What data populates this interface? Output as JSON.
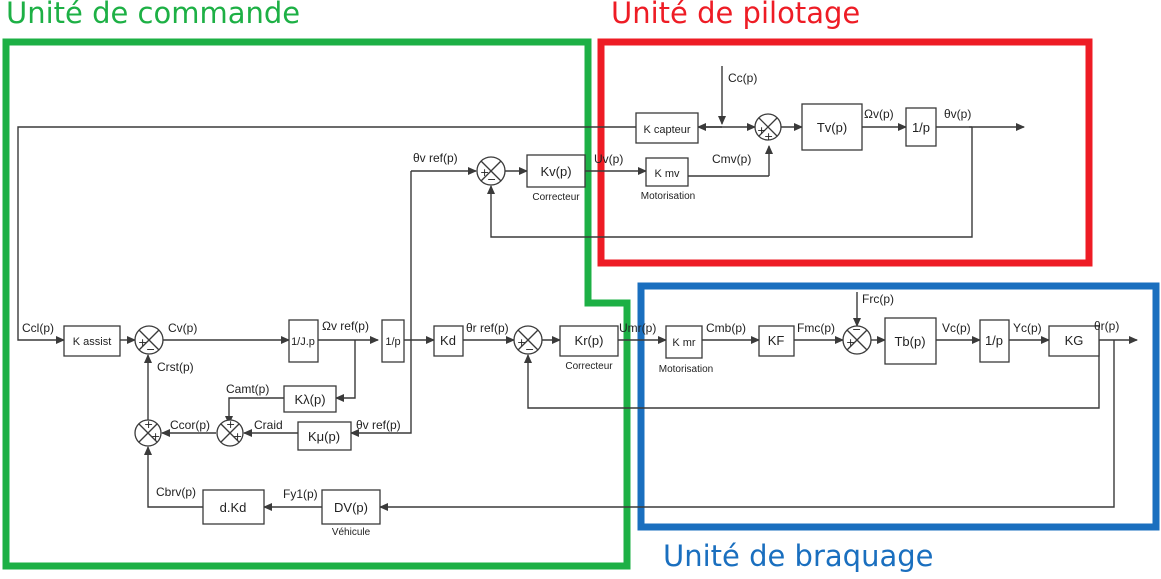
{
  "units": {
    "commande": {
      "label": "Unité de commande",
      "color": "#1db045"
    },
    "pilotage": {
      "label": "Unité de pilotage",
      "color": "#ee1c25"
    },
    "braquage": {
      "label": "Unité de braquage",
      "color": "#1a6fbf"
    }
  },
  "blocks": {
    "k_capteur": "K capteur",
    "t_v": "Tv(p)",
    "int_pilot": "1/p",
    "k_v": "Kv(p)",
    "k_mv": "K mv",
    "k_assist": "K assist",
    "inv_jp": "1/J.p",
    "int_cmd": "1/p",
    "k_d": "Kd",
    "k_r": "Kr(p)",
    "k_lambda": "Kλ(p)",
    "k_mu": "Kμ(p)",
    "d_kd": "d.Kd",
    "dv": "DV(p)",
    "k_mr": "K mr",
    "k_f": "KF",
    "t_b": "Tb(p)",
    "int_braq": "1/p",
    "k_g": "KG"
  },
  "captions": {
    "correcteur": "Correcteur",
    "motorisation": "Motorisation",
    "vehicule": "Véhicule"
  },
  "signals": {
    "cc": "Cc(p)",
    "omega_v": "Ωv(p)",
    "theta_v": "θv(p)",
    "theta_v_ref_top": "θv ref(p)",
    "u_v": "Uv(p)",
    "c_mv": "Cmv(p)",
    "c_cl": "Ccl(p)",
    "c_v": "Cv(p)",
    "omega_v_ref": "Ωv ref(p)",
    "theta_r_ref": "θr ref(p)",
    "c_rst": "Crst(p)",
    "c_amt": "Camt(p)",
    "c_cor": "Ccor(p)",
    "c_raid": "Craid",
    "theta_v_ref_low": "θv ref(p)",
    "c_brv": "Cbrv(p)",
    "f_y1": "Fy1(p)",
    "u_mr": "Umr(p)",
    "c_mb": "Cmb(p)",
    "f_mc": "Fmc(p)",
    "f_rc": "Frc(p)",
    "v_c": "Vc(p)",
    "y_c": "Yc(p)",
    "theta_r": "θr(p)"
  }
}
